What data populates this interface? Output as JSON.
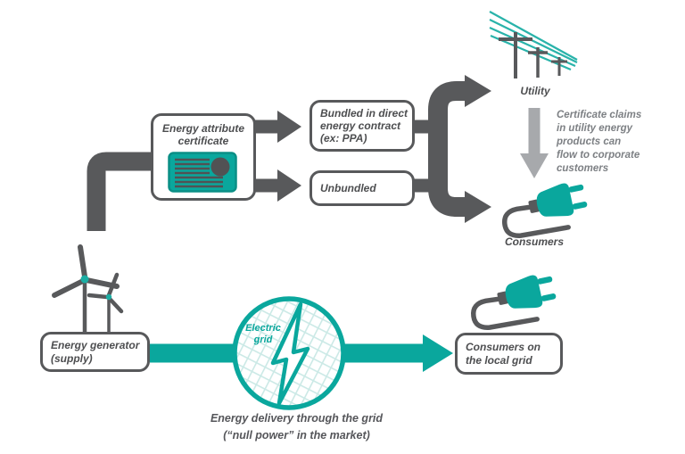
{
  "colors": {
    "teal": "#0AA79D",
    "teal_light": "#29B3AA",
    "hatch_teal": "#CBE9E6",
    "dark_gray": "#58595B",
    "light_gray_arrow": "#A7A9AC",
    "box_text": "#4D4E50",
    "claims_text": "#7D8084"
  },
  "nodes": {
    "certificate": {
      "lines": [
        "Energy attribute",
        "certificate"
      ],
      "icon": "certificate-icon"
    },
    "bundled": {
      "lines": [
        "Bundled in direct",
        "energy contract",
        "(ex: PPA)"
      ]
    },
    "unbundled": {
      "label": "Unbundled"
    },
    "utility": {
      "label": "Utility",
      "icon": "power-lines-icon"
    },
    "consumers": {
      "label": "Consumers",
      "icon": "plug-icon"
    },
    "generator": {
      "lines": [
        "Energy generator",
        "(supply)"
      ],
      "icon": "wind-turbines-icon"
    },
    "electric_grid": {
      "lines": [
        "Electric",
        "grid"
      ],
      "icon": "lightning-bolt-icon"
    },
    "consumers_local": {
      "lines": [
        "Consumers on",
        "the local grid"
      ],
      "icon": "plug-icon"
    }
  },
  "annotations": {
    "certificate_claims_lines": [
      "Certificate claims",
      "in utility energy",
      "products can",
      "flow to corporate",
      "customers"
    ],
    "caption_lines": [
      "Energy delivery through the grid",
      "(“null power” in the market)"
    ]
  }
}
